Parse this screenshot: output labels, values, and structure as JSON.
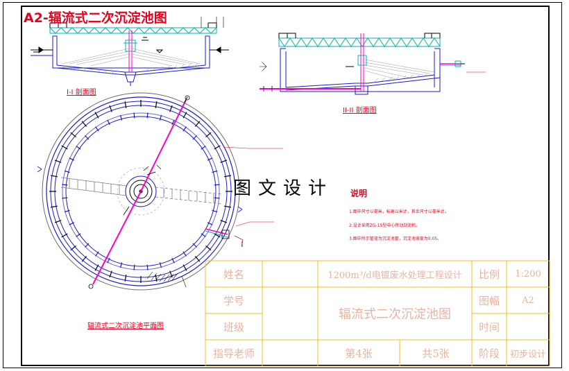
{
  "title": "A2-辐流式二次沉淀池图",
  "watermark": "图文设计",
  "captions": {
    "section_1": "I-I 剖面图",
    "section_2": "II-II 剖面图",
    "plan": "辐流式二次沉淀池平面图"
  },
  "notes": {
    "heading": "说明",
    "items": [
      "1.图中尺寸以毫米，标高以米计，其余尺寸以毫米计。",
      "2.设计采用ZG-15型中心传动刮泥机。",
      "3.图中所示管道为沉淀池管，沉淀池坡度为0.05。"
    ]
  },
  "title_block": {
    "name_label": "姓名",
    "student_id_label": "学号",
    "class_label": "班级",
    "advisor_label": "指导老师",
    "project": "1200m³/d电镀废水处理工程设计",
    "drawing_title": "辐流式二次沉淀池图",
    "sheet_no": "第4张",
    "sheet_total": "共5张",
    "scale_label": "比例",
    "scale_value": "1:200",
    "size_label": "图幅",
    "size_value": "A2",
    "date_label": "时间",
    "date_value": "",
    "stage_label": "阶段",
    "stage_value": "初步设计"
  },
  "colors": {
    "frame": "#000000",
    "drawing_blue": "#1a1acc",
    "cyan": "#00b0b0",
    "magenta": "#ff00cc",
    "red_text": "#e8001c",
    "title_block_text": "#e8b4a0",
    "title_block_lines": "#f0c020"
  }
}
